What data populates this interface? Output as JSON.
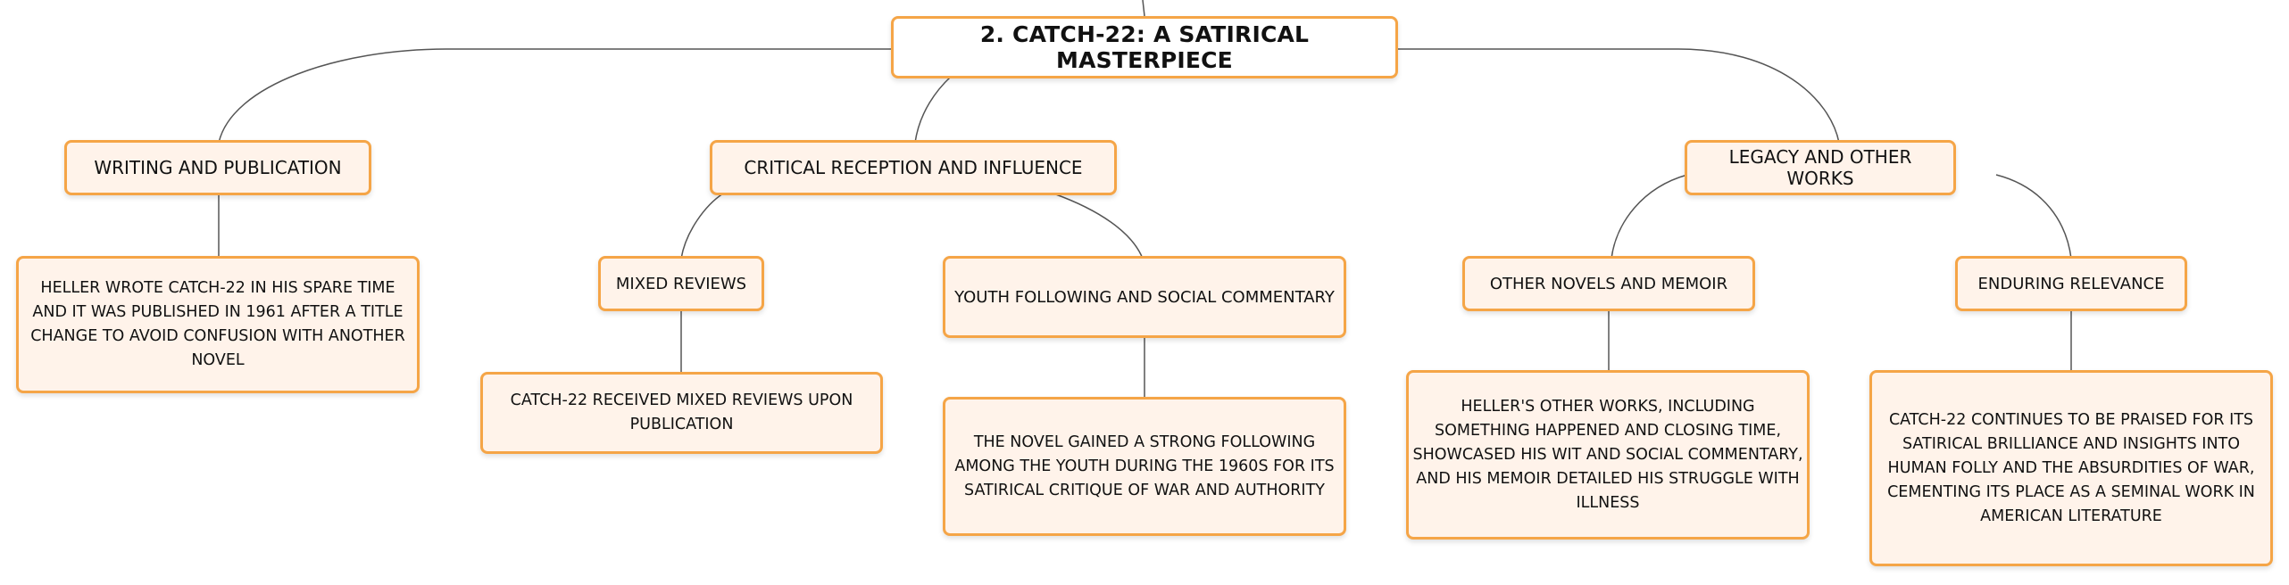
{
  "accent_color": "#f5a547",
  "node_fill": "#fff3ea",
  "connector_color": "#555555",
  "root": {
    "title": "2. CATCH-22: A SATIRICAL MASTERPIECE"
  },
  "branches": [
    {
      "label": "WRITING AND PUBLICATION",
      "detail": "HELLER WROTE CATCH-22 IN HIS SPARE TIME AND IT WAS PUBLISHED IN 1961 AFTER A TITLE CHANGE TO AVOID CONFUSION WITH ANOTHER NOVEL"
    },
    {
      "label": "CRITICAL RECEPTION AND INFLUENCE",
      "children": [
        {
          "label": "MIXED REVIEWS",
          "detail": "CATCH-22 RECEIVED MIXED REVIEWS UPON PUBLICATION"
        },
        {
          "label": "YOUTH FOLLOWING AND SOCIAL COMMENTARY",
          "detail": "THE NOVEL GAINED A STRONG FOLLOWING AMONG THE YOUTH DURING THE 1960S FOR ITS SATIRICAL CRITIQUE OF WAR AND AUTHORITY"
        }
      ]
    },
    {
      "label": "LEGACY AND OTHER WORKS",
      "children": [
        {
          "label": "OTHER NOVELS AND MEMOIR",
          "detail": "HELLER'S OTHER WORKS, INCLUDING SOMETHING HAPPENED AND CLOSING TIME, SHOWCASED HIS WIT AND SOCIAL COMMENTARY, AND HIS MEMOIR DETAILED HIS STRUGGLE WITH ILLNESS"
        },
        {
          "label": "ENDURING RELEVANCE",
          "detail": "CATCH-22 CONTINUES TO BE PRAISED FOR ITS SATIRICAL BRILLIANCE AND INSIGHTS INTO HUMAN FOLLY AND THE ABSURDITIES OF WAR, CEMENTING ITS PLACE AS A SEMINAL WORK IN AMERICAN LITERATURE"
        }
      ]
    }
  ]
}
